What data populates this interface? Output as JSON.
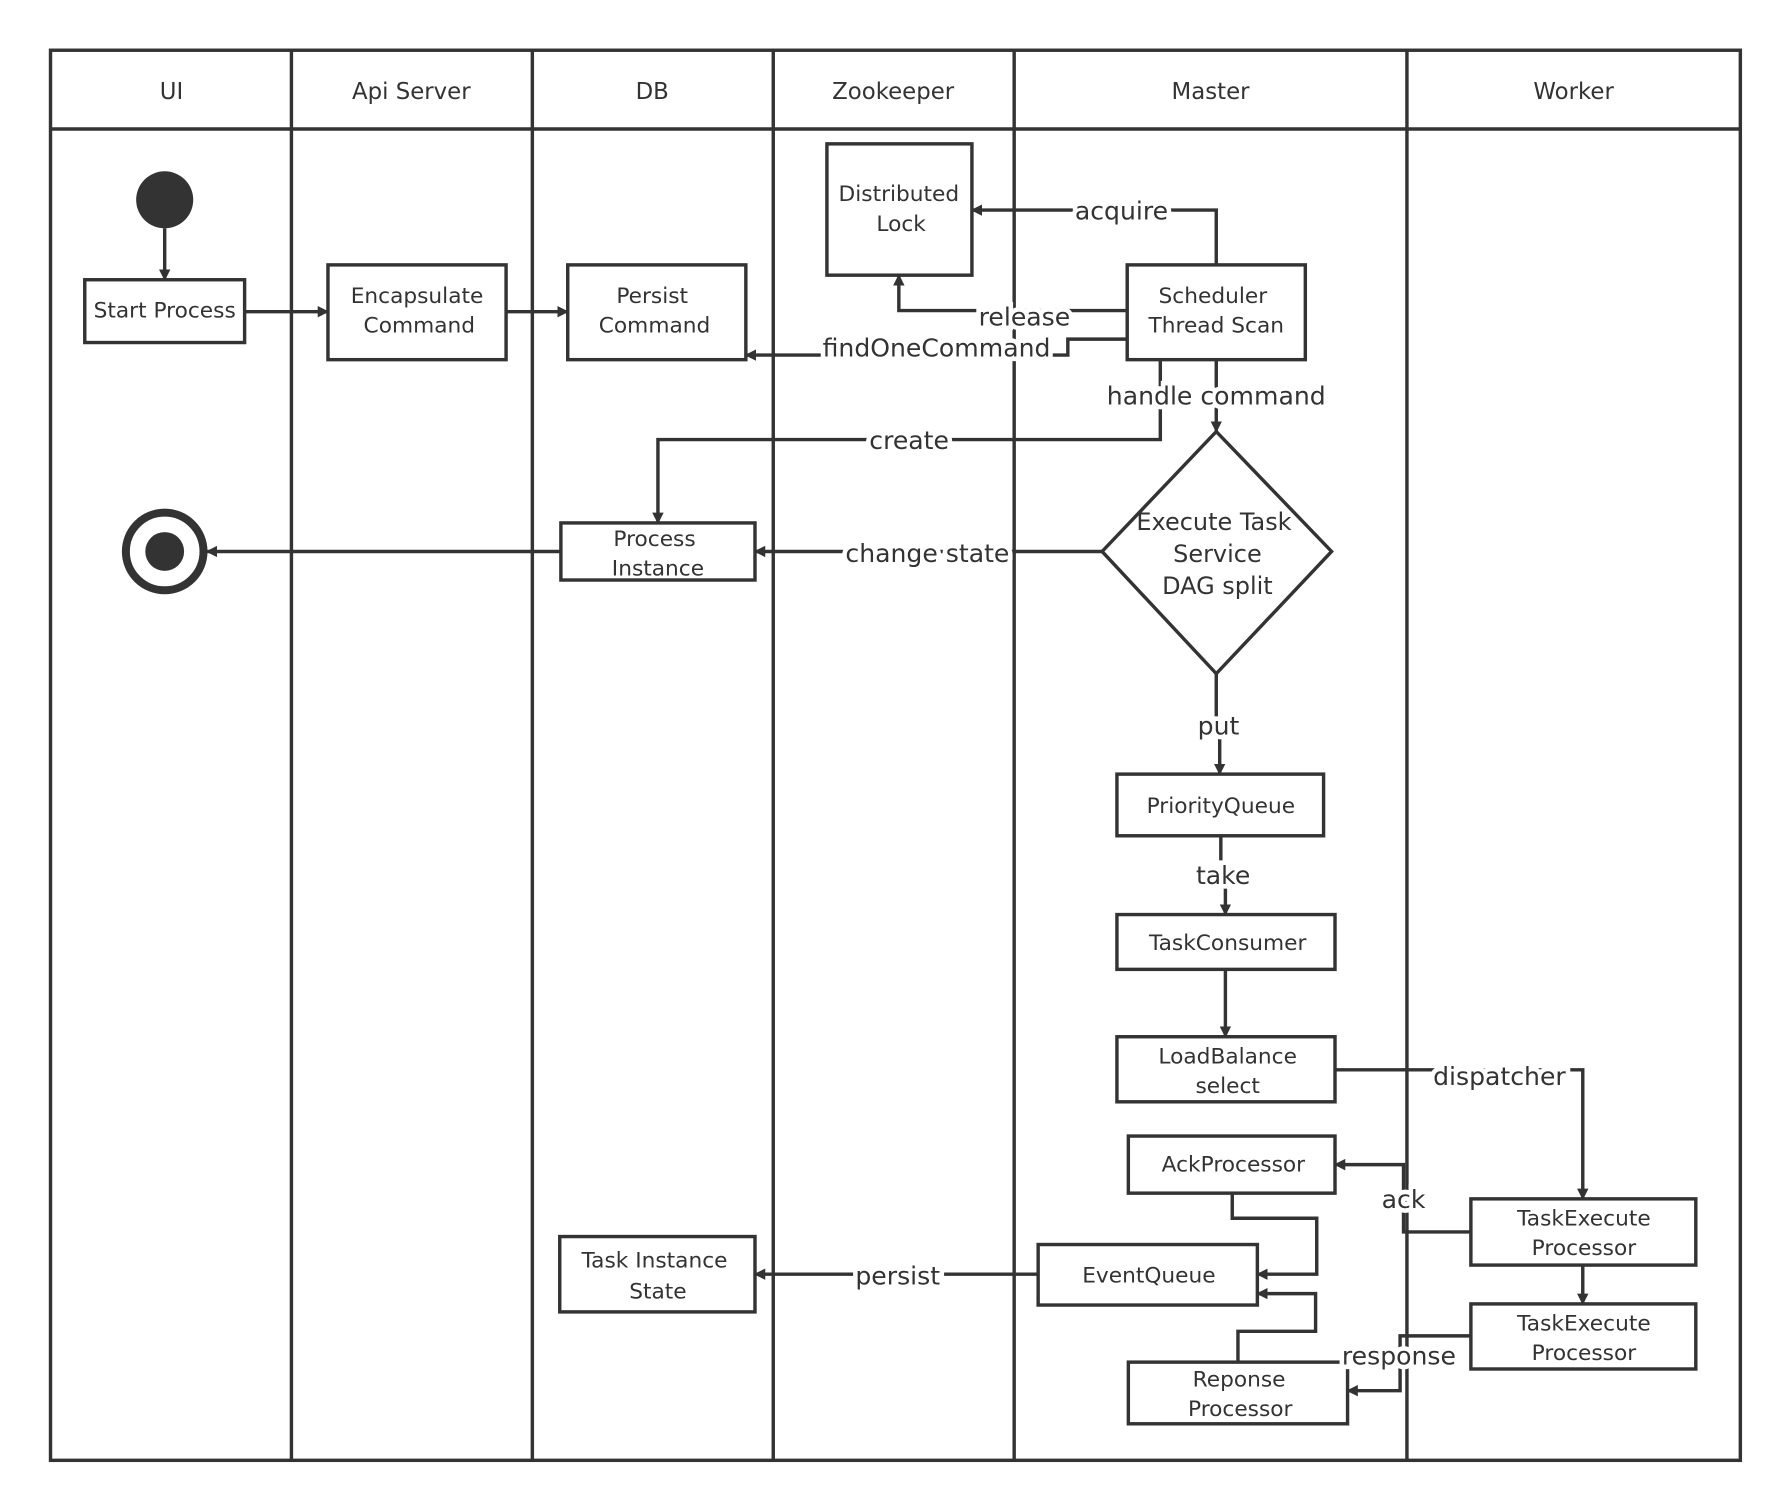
{
  "lanes": [
    "UI",
    "Api Server",
    "DB",
    "Zookeeper",
    "Master",
    "Worker"
  ],
  "nodes": {
    "start_process": "Start Process",
    "encapsulate_command": [
      "Encapsulate",
      "Command"
    ],
    "persist_command": [
      "Persist",
      "Command"
    ],
    "distributed_lock": [
      "Distributed",
      "Lock"
    ],
    "scheduler_thread_scan": [
      "Scheduler",
      "Thread Scan"
    ],
    "execute_task_service": [
      "Execute Task",
      "Service",
      "DAG split"
    ],
    "process_instance": [
      "Process",
      "Instance"
    ],
    "priority_queue": "PriorityQueue",
    "task_consumer": "TaskConsumer",
    "load_balance": [
      "LoadBalance",
      "select"
    ],
    "ack_processor": "AckProcessor",
    "event_queue": "EventQueue",
    "response_processor": [
      "Reponse",
      "Processor"
    ],
    "task_execute_processor_1": [
      "TaskExecute",
      "Processor"
    ],
    "task_execute_processor_2": [
      "TaskExecute",
      "Processor"
    ],
    "task_instance_state": [
      "Task Instance",
      "State"
    ]
  },
  "edges": {
    "acquire": "acquire",
    "release": "release",
    "find_one_command": "findOneCommand",
    "handle_command": "handle command",
    "create": "create",
    "change_state": "change state",
    "put": "put",
    "take": "take",
    "dispatcher": "dispatcher",
    "ack": "ack",
    "response": "response",
    "persist": "persist"
  }
}
